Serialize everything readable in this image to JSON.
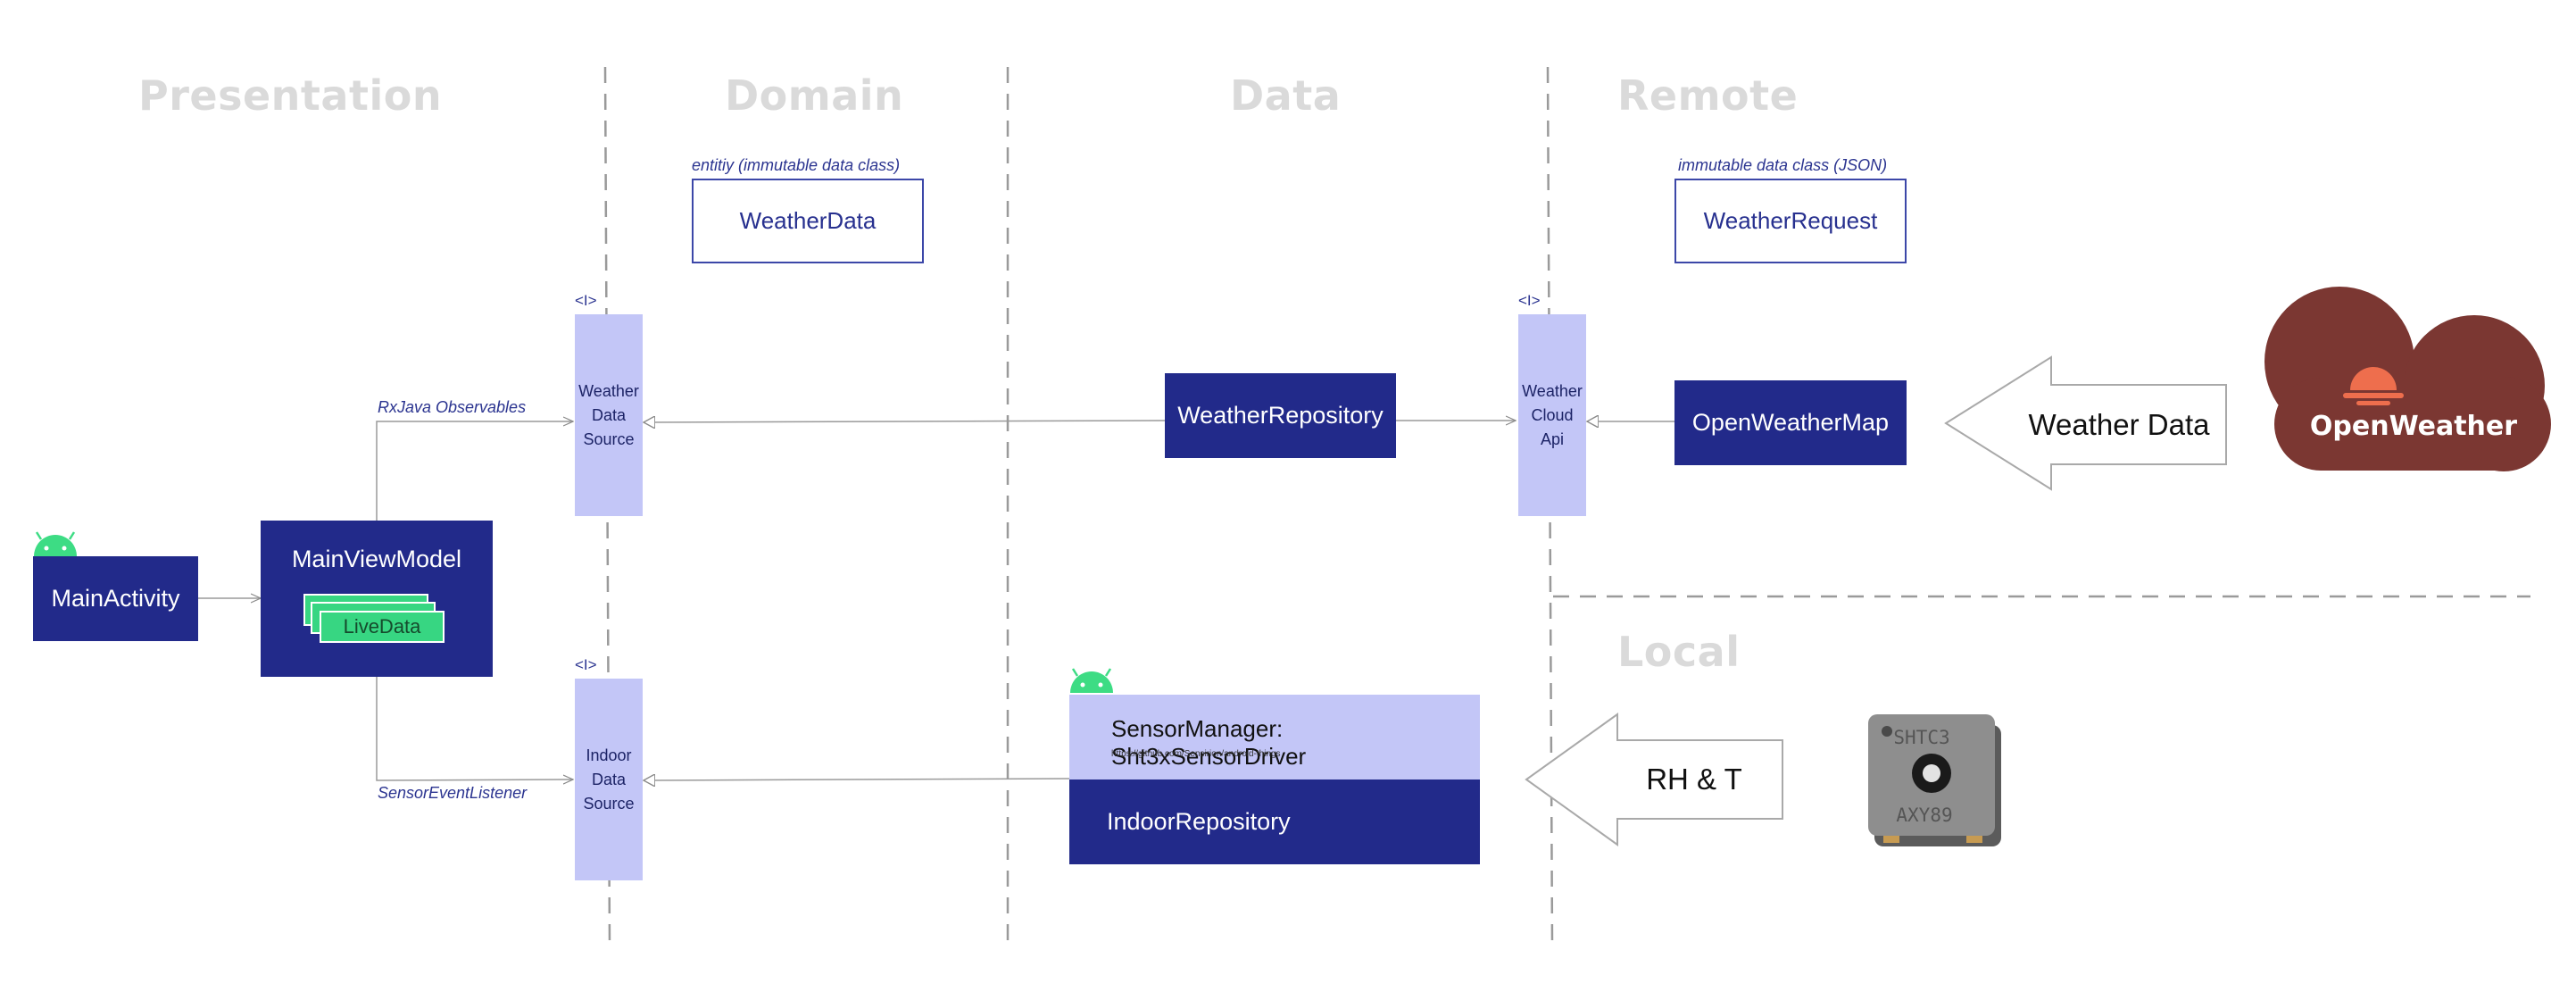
{
  "sections": {
    "presentation": "Presentation",
    "domain": "Domain",
    "data": "Data",
    "remote": "Remote",
    "local": "Local"
  },
  "entities": {
    "weather_data_caption": "entitiy (immutable data class)",
    "weather_data_label": "WeatherData",
    "weather_request_caption": "immutable data class (JSON)",
    "weather_request_label": "WeatherRequest"
  },
  "interfaces": {
    "marker": "<I>",
    "weather_data_source": "Weather\nData\nSource",
    "indoor_data_source": "Indoor\nData\nSource",
    "weather_cloud_api": "Weather\nCloud\nApi"
  },
  "components": {
    "main_activity": "MainActivity",
    "main_view_model": "MainViewModel",
    "live_data": "LiveData",
    "weather_repository": "WeatherRepository",
    "open_weather_map": "OpenWeatherMap",
    "sensor_manager": "SensorManager: Sht3xSensorDriver",
    "sensor_manager_url": "https://github.com/Sensirion/android-things",
    "indoor_repository": "IndoorRepository"
  },
  "connections": {
    "rxjava": "RxJava Observables",
    "sensor_listener": "SensorEventListener"
  },
  "flows": {
    "weather_data": "Weather Data",
    "rh_t": "RH & T"
  },
  "logos": {
    "openweather": "OpenWeather",
    "chip_top": "SHTC3",
    "chip_bottom": "AXY89"
  },
  "colors": {
    "dark_box": "#222a8a",
    "interface_fill": "#c3c6f7",
    "android_green": "#3ddc84",
    "openweather_cloud": "#7b3732",
    "openweather_sun": "#ee6e4d",
    "section_title": "#dadada"
  }
}
